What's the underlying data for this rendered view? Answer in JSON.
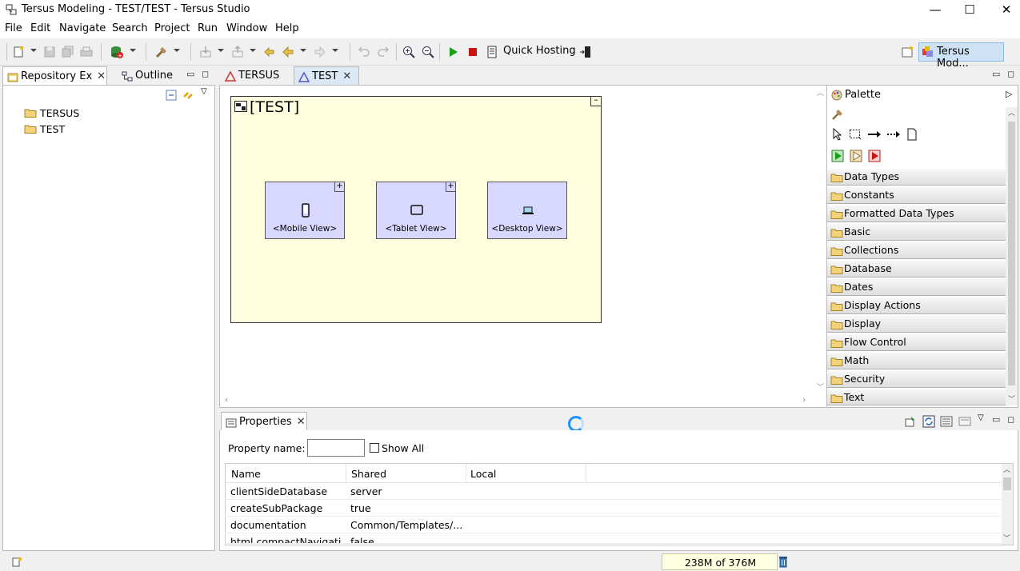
{
  "window": {
    "title": "Tersus Modeling - TEST/TEST - Tersus Studio",
    "controls": [
      "—",
      "☐",
      "✕"
    ]
  },
  "menu": [
    "File",
    "Edit",
    "Navigate",
    "Search",
    "Project",
    "Run",
    "Window",
    "Help"
  ],
  "toolbar": {
    "quick_hosting_label": "Quick Hosting",
    "perspective_label": "Tersus Mod..."
  },
  "repository": {
    "tabs": [
      "Repository Ex",
      "Outline"
    ],
    "items": [
      "TERSUS",
      "TEST"
    ]
  },
  "editor": {
    "tabs": [
      "TERSUS",
      "TEST"
    ],
    "diagram_title": "[TEST]",
    "views": [
      "<Mobile View>",
      "<Tablet View>",
      "<Desktop View>"
    ]
  },
  "palette": {
    "title": "Palette",
    "categories": [
      "Data Types",
      "Constants",
      "Formatted Data Types",
      "Basic",
      "Collections",
      "Database",
      "Dates",
      "Display Actions",
      "Display",
      "Flow Control",
      "Math",
      "Security",
      "Text"
    ]
  },
  "properties": {
    "tab": "Properties",
    "property_name_label": "Property name:",
    "property_name_value": "",
    "show_all_label": "Show All",
    "columns": [
      "Name",
      "Shared",
      "Local"
    ],
    "rows": [
      {
        "name": "clientSideDatabase",
        "shared": "server",
        "local": ""
      },
      {
        "name": "createSubPackage",
        "shared": "true",
        "local": ""
      },
      {
        "name": "documentation",
        "shared": "Common/Templates/...",
        "local": ""
      },
      {
        "name": "html.compactNavigati",
        "shared": "false",
        "local": ""
      }
    ]
  },
  "status": {
    "memory": "238M of 376M"
  },
  "colors": {
    "diagram_bg": "#ffffe0",
    "view_bg": "#d8d8ff",
    "run_green": "#1a9e1a",
    "stop_red": "#cc1111",
    "spinner": "#1e90ff"
  }
}
